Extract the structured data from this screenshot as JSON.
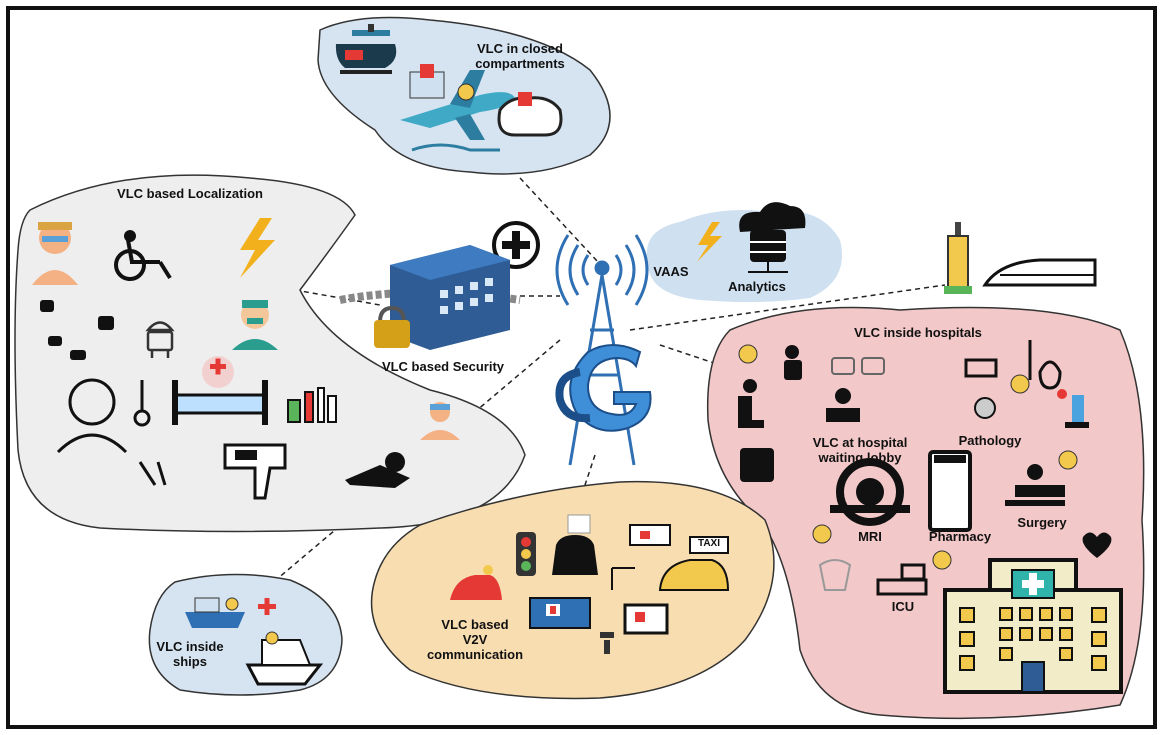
{
  "labels": {
    "closed": "VLC in closed\ncompartments",
    "localization": "VLC based Localization",
    "security": "VLC based Security",
    "vaas": "VAAS",
    "analytics": "Analytics",
    "hospitals": "VLC inside hospitals",
    "lobby": "VLC at hospital\nwaiting lobby",
    "pathology": "Pathology",
    "mri": "MRI",
    "pharmacy": "Pharmacy",
    "surgery": "Surgery",
    "icu": "ICU",
    "v2v": "VLC based\nV2V\ncommunication",
    "ships": "VLC inside\nships",
    "taxi": "TAXI",
    "g": "G",
    "six": "6"
  },
  "colors": {
    "localization_cloud": "#eeeeee",
    "closed_cloud": "#d6e4f2",
    "vaas_cloud": "#cfe0f0",
    "hospital_cloud": "#f3c8c8",
    "v2v_cloud": "#f8ddb0",
    "ships_cloud": "#d6e4f2",
    "antenna_blue": "#2f6fb3",
    "building_blue": "#2f5c94",
    "accent_red": "#e53935",
    "bulb_yellow": "#f2c94c"
  },
  "icons": [
    "helicopter-icon",
    "airplane-icon",
    "joystick-icon",
    "medical-cross-icon",
    "bulb-icon",
    "nurse-icon",
    "wheelchair-icon",
    "lightning-icon",
    "hand-gesture-icon",
    "android-icon",
    "doctor-icon",
    "hospital-bed-icon",
    "fever-patient-icon",
    "medicine-icon",
    "thermometer-gun-icon",
    "dental-tools-icon",
    "swimmer-icon",
    "plus-circle-icon",
    "secure-building-icon",
    "padlock-icon",
    "cell-tower-icon",
    "6g-logo-icon",
    "cloud-database-icon",
    "skyscraper-icon",
    "bullet-train-icon",
    "waiting-person-icon",
    "chairs-icon",
    "receptionist-icon",
    "lab-tubes-icon",
    "microscope-icon",
    "mri-scanner-icon",
    "pharmacy-icon",
    "surgery-icon",
    "heart-rate-icon",
    "icu-bed-icon",
    "hospital-building-icon",
    "traffic-light-icon",
    "car-icon",
    "ambulance-icon",
    "taxi-icon",
    "street-lamp-icon",
    "satellite-icon",
    "ship-icon"
  ]
}
